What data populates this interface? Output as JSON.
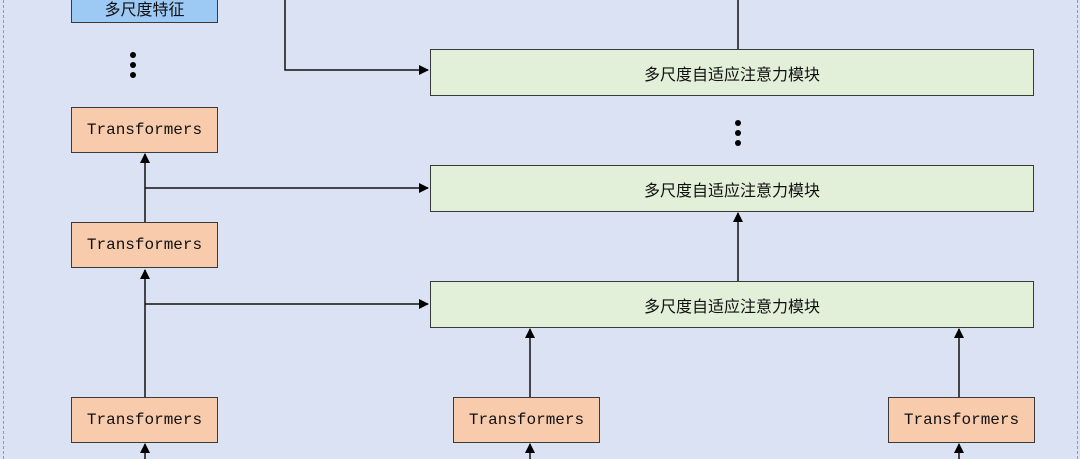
{
  "multiscale_feature_label": "多尺度特征",
  "transformer_blocks": [
    "Transformers",
    "Transformers",
    "Transformers",
    "Transformers",
    "Transformers"
  ],
  "attention_modules": [
    "多尺度自适应注意力模块",
    "多尺度自适应注意力模块",
    "多尺度自适应注意力模块"
  ],
  "colors": {
    "background": "#dae2f3",
    "transformer": "#f8cbad",
    "attention": "#e2efd9",
    "feature": "#9dc9f5"
  }
}
